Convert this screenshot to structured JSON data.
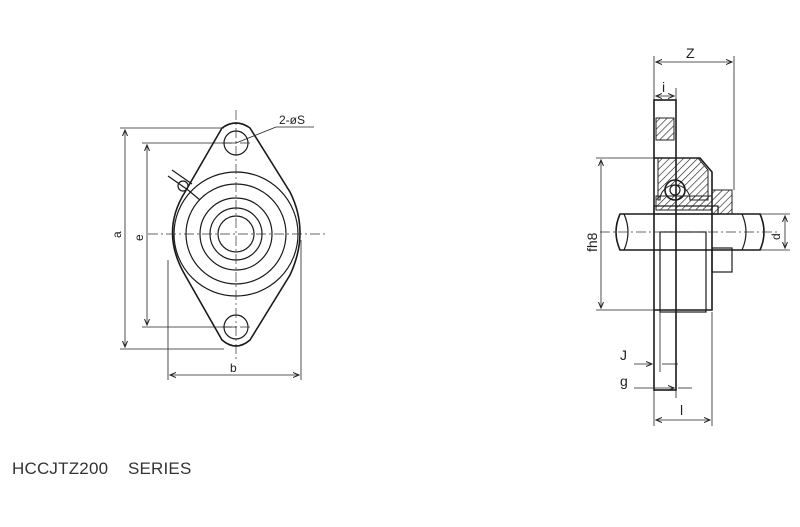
{
  "title": "HCCJTZ200    SERIES",
  "front_view": {
    "labels": {
      "hole": "2-øS",
      "a": "a",
      "e": "e",
      "b": "b"
    }
  },
  "side_view": {
    "labels": {
      "z": "Z",
      "i": "i",
      "f": "fh8",
      "d": "d",
      "j": "J",
      "g": "g",
      "l": "l"
    }
  }
}
